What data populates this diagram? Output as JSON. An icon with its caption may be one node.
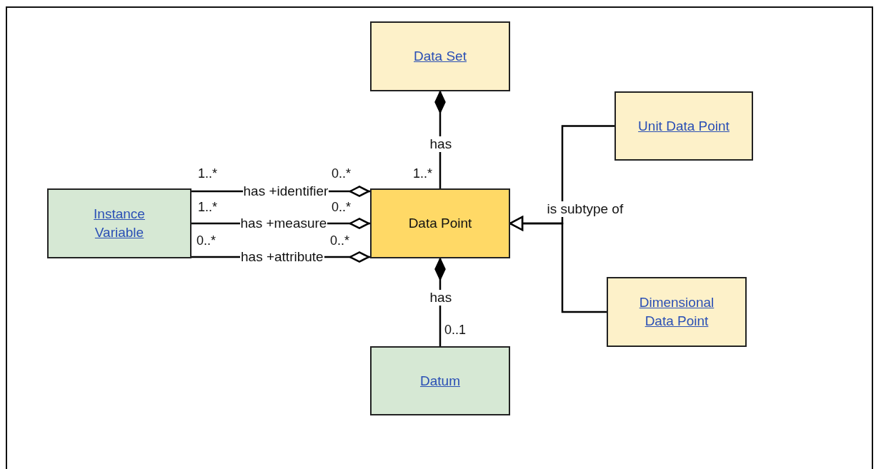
{
  "diagram": {
    "nodes": [
      {
        "text": [
          "Data Set"
        ]
      },
      {
        "text": [
          "Unit Data Point"
        ]
      },
      {
        "text": [
          "Instance Variable"
        ]
      },
      {
        "text": [
          "Data Point"
        ]
      },
      {
        "text": [
          "Dimensional Data Point"
        ]
      },
      {
        "text": [
          "Datum"
        ]
      }
    ],
    "edges": [
      {
        "from": 0,
        "to": 3,
        "arrow": "other",
        "label": "has"
      },
      {
        "from": 3,
        "to": 2,
        "arrow": "other",
        "label": "has +identifier"
      },
      {
        "from": 3,
        "to": 2,
        "arrow": "other",
        "label": "has +measure"
      },
      {
        "from": 3,
        "to": 2,
        "arrow": "other",
        "label": "has +attribute"
      },
      {
        "from": 3,
        "to": 5,
        "arrow": "other",
        "label": "has"
      },
      {
        "from": 1,
        "to": 3,
        "arrow": "to",
        "label": "is subtype of"
      },
      {
        "from": 4,
        "to": 3,
        "arrow": "to"
      }
    ],
    "labels": [
      "1..*",
      "0..*",
      "1..*",
      "1..*",
      "0..*",
      "0..*",
      "0..*",
      "0..1"
    ]
  }
}
